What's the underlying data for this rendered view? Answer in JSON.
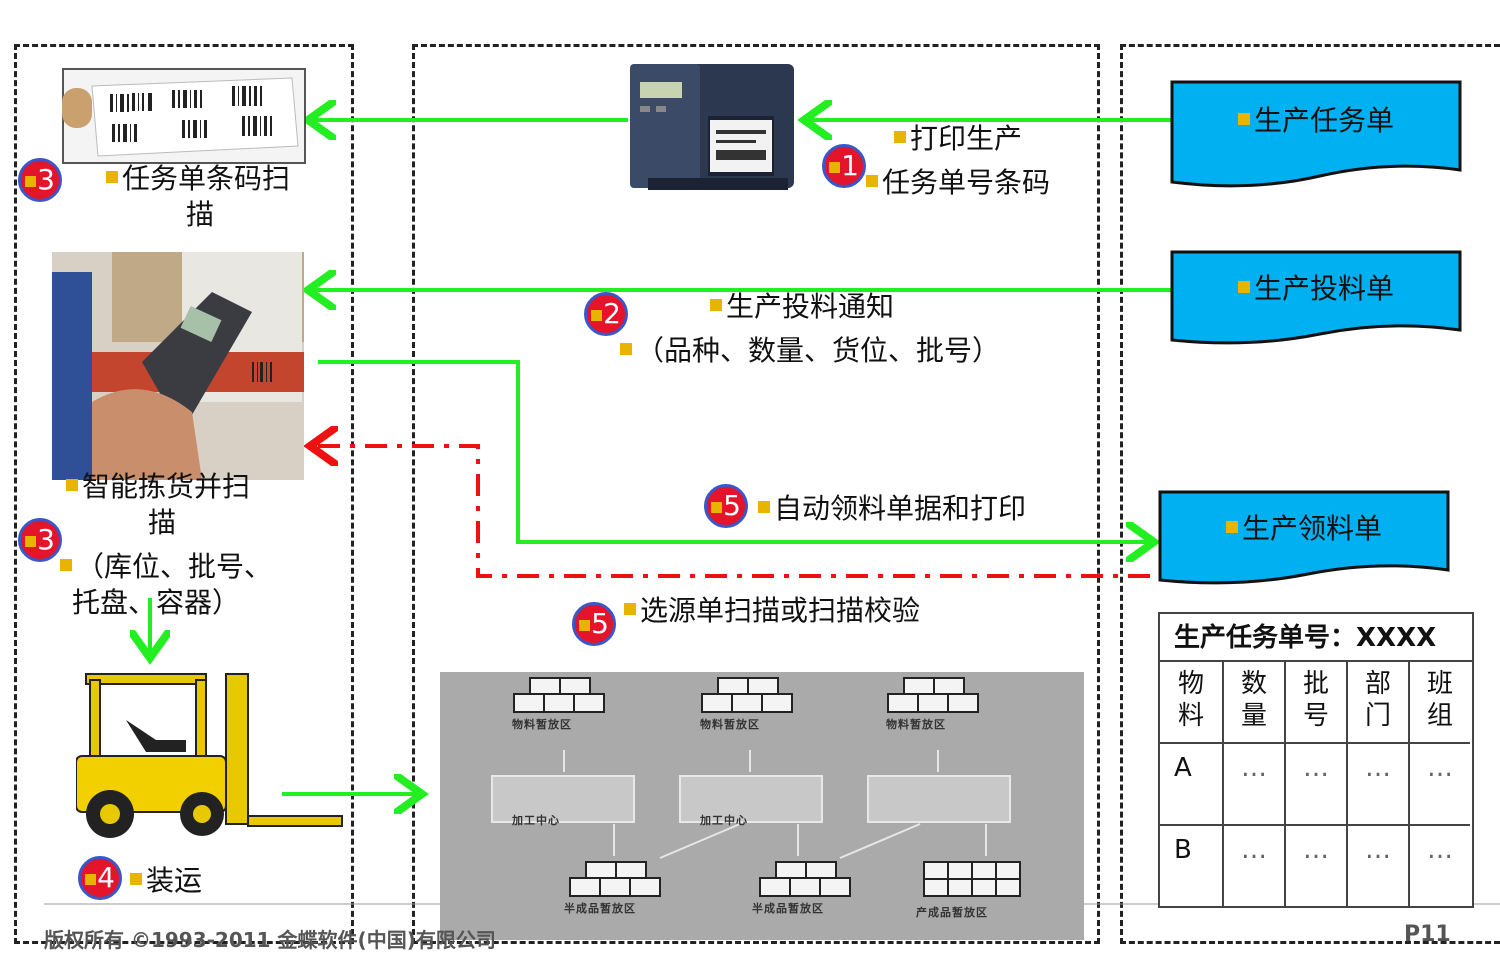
{
  "labels": {
    "print_line1": "打印生产",
    "print_line2": "任务单号条码",
    "scan_line1": "任务单条码扫",
    "scan_line2": "描",
    "notify_line1": "生产投料通知",
    "notify_line2": "（品种、数量、货位、批号）",
    "pick_line1": "智能拣货并扫",
    "pick_line2": "描",
    "pick_line3": "（库位、批号、",
    "pick_line4": "托盘、容器）",
    "auto_issue": "自动领料单据和打印",
    "verify": "选源单扫描或扫描校验",
    "ship": "装运"
  },
  "badges": {
    "b1": "1",
    "b2": "2",
    "b3a": "3",
    "b3b": "3",
    "b4": "4",
    "b5a": "5",
    "b5b": "5"
  },
  "documents": {
    "task": "生产任务单",
    "feed": "生产投料单",
    "issue": "生产领料单"
  },
  "table": {
    "title": "生产任务单号：XXXX",
    "headers": [
      [
        "物",
        "料"
      ],
      [
        "数",
        "量"
      ],
      [
        "批",
        "号"
      ],
      [
        "部",
        "门"
      ],
      [
        "班",
        "组"
      ]
    ],
    "rows": [
      [
        "A",
        "…",
        "…",
        "…",
        "…"
      ],
      [
        "B",
        "…",
        "…",
        "…",
        "…"
      ]
    ]
  },
  "process_labels": {
    "store1": "物料暂放区",
    "store2": "物料暂放区",
    "store3": "物料暂放区",
    "work1": "加工中心",
    "work2": "加工中心",
    "semi1": "半成品暂放区",
    "semi2": "半成品暂放区",
    "finished": "产成品暂放区"
  },
  "footer": {
    "copyright": "版权所有 ©1993-2011 金蝶软件(中国)有限公司",
    "page": "P11"
  },
  "colors": {
    "flow_green": "#22ee22",
    "flow_red_dash": "#ee1111",
    "document_fill": "#00b0f0",
    "badge_red": "#e4142b",
    "bullet_yellow": "#e8b400"
  }
}
